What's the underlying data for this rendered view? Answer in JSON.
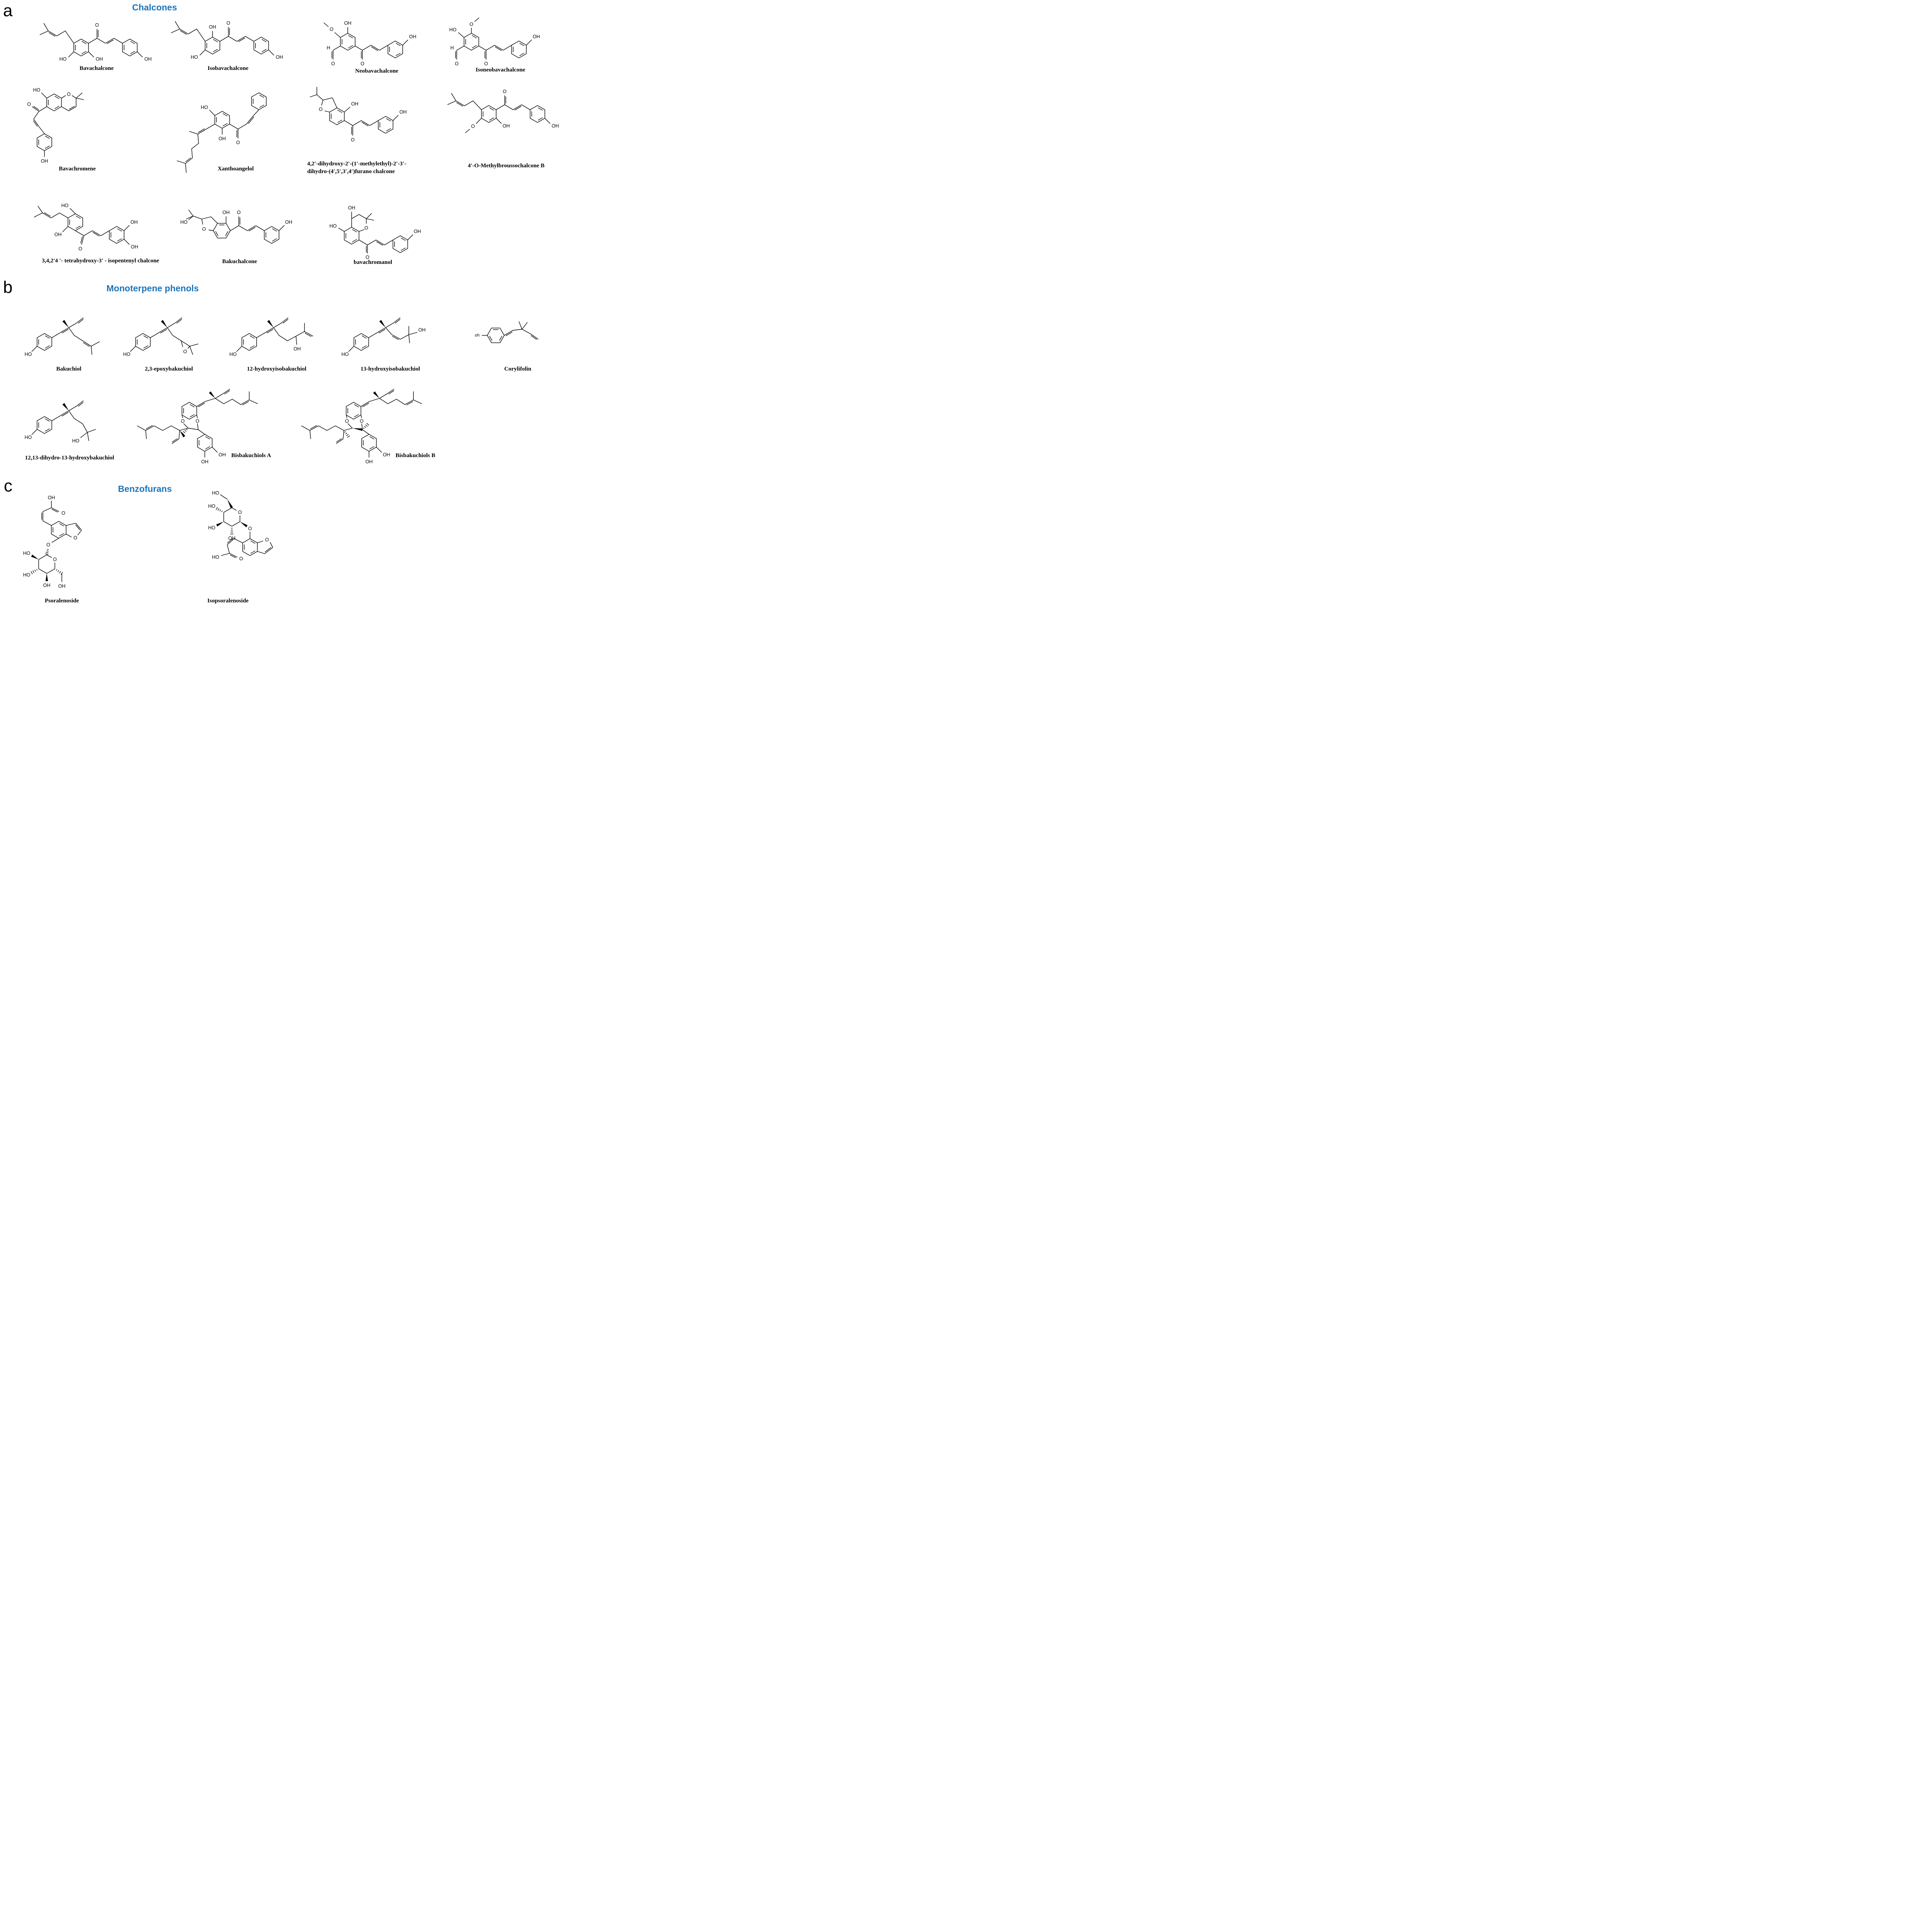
{
  "accent_color": "#1b75bc",
  "panels": [
    {
      "letter": "a",
      "title": "Chalcones"
    },
    {
      "letter": "b",
      "title": "Monoterpene phenols"
    },
    {
      "letter": "c",
      "title": "Benzofurans"
    }
  ],
  "compounds": [
    {
      "id": "bavachalcone",
      "panel": "a",
      "name_lines": [
        "Bavachalcone"
      ],
      "atoms": [
        "HO",
        "OH",
        "O",
        "OH"
      ]
    },
    {
      "id": "isobavachalcone",
      "panel": "a",
      "name_lines": [
        "Isobavachalcone"
      ],
      "atoms": [
        "OH",
        "HO",
        "O",
        "OH"
      ]
    },
    {
      "id": "neobavachalcone",
      "panel": "a",
      "name_lines": [
        "Neobavachalcone"
      ],
      "atoms": [
        "O",
        "OH",
        "H",
        "O",
        "O",
        "OH"
      ]
    },
    {
      "id": "isoneobavachalcone",
      "panel": "a",
      "name_lines": [
        "Isoneobavachalcone"
      ],
      "atoms": [
        "HO",
        "O",
        "H",
        "O",
        "O",
        "OH"
      ]
    },
    {
      "id": "bavachromene",
      "panel": "a",
      "name_lines": [
        "Bavachromene"
      ],
      "atoms": [
        "O",
        "HO",
        "O",
        "OH"
      ]
    },
    {
      "id": "xanthoangelol",
      "panel": "a",
      "name_lines": [
        "Xanthoangelol"
      ],
      "atoms": [
        "HO",
        "OH",
        "O"
      ]
    },
    {
      "id": "furanochalcone",
      "panel": "a",
      "name_lines": [
        "4,2′-dihydroxy-2′-(1′-methylethyl)-2′-3′-",
        "dihydro-(4′,5′,3′,4′)furano chalcone"
      ],
      "atoms": [
        "O",
        "OH",
        "O",
        "OH"
      ]
    },
    {
      "id": "methylbroussochalcone",
      "panel": "a",
      "name_lines": [
        "4'-O-Methylbroussochalcone B"
      ],
      "atoms": [
        "O",
        "OH",
        "O",
        "OH"
      ]
    },
    {
      "id": "tetrahydroxychalcone",
      "panel": "a",
      "name_lines": [
        "3,4,2'4 '- tetrahydroxy-3' - isopentenyl chalcone"
      ],
      "atoms": [
        "HO",
        "OH",
        "O",
        "OH",
        "OH"
      ]
    },
    {
      "id": "bakuchalcone",
      "panel": "a",
      "name_lines": [
        "Bakuchalcone"
      ],
      "atoms": [
        "O",
        "HO",
        "OH",
        "O",
        "OH"
      ]
    },
    {
      "id": "bavachromanol",
      "panel": "a",
      "name_lines": [
        "bavachromanol"
      ],
      "atoms": [
        "O",
        "OH",
        "HO",
        "O",
        "OH"
      ]
    },
    {
      "id": "bakuchiol",
      "panel": "b",
      "name_lines": [
        "Bakuchiol"
      ],
      "atoms": [
        "HO"
      ]
    },
    {
      "id": "epoxybakuchiol",
      "panel": "b",
      "name_lines": [
        "2,3-epoxybakuchiol"
      ],
      "atoms": [
        "HO",
        "O"
      ]
    },
    {
      "id": "hydroxyisobakuchiol12",
      "panel": "b",
      "name_lines": [
        "12-hydroxyisobakuchiol"
      ],
      "atoms": [
        "HO",
        "OH"
      ]
    },
    {
      "id": "hydroxyisobakuchiol13",
      "panel": "b",
      "name_lines": [
        "13-hydroxyisobakuchiol"
      ],
      "atoms": [
        "HO",
        "OH"
      ]
    },
    {
      "id": "corylifolin",
      "panel": "b",
      "name_lines": [
        "Corylifolin"
      ],
      "atoms": [
        "oh"
      ]
    },
    {
      "id": "dihydrohydroxybakuchiol",
      "panel": "b",
      "name_lines": [
        "12,13-dihydro-13-hydroxybakuchiol"
      ],
      "atoms": [
        "HO",
        "HO"
      ]
    },
    {
      "id": "bisbakuchiolsA",
      "panel": "b",
      "name_lines": [
        "Bisbakuchiols A"
      ],
      "atoms": [
        "O",
        "O",
        "OH",
        "OH"
      ]
    },
    {
      "id": "bisbakuchiolsB",
      "panel": "b",
      "name_lines": [
        "Bisbakuchiols B"
      ],
      "atoms": [
        "O",
        "O",
        "OH",
        "OH"
      ]
    },
    {
      "id": "psoralenoside",
      "panel": "c",
      "name_lines": [
        "Psoralenoside"
      ],
      "atoms": [
        "OH",
        "O",
        "O",
        "O",
        "O",
        "HO",
        "HO",
        "OH",
        "OH"
      ]
    },
    {
      "id": "isopsoralenoside",
      "panel": "c",
      "name_lines": [
        "Isopsoralenoside"
      ],
      "atoms": [
        "HO",
        "O",
        "HO",
        "HO",
        "OH",
        "O",
        "O",
        "O",
        "HO"
      ]
    }
  ]
}
